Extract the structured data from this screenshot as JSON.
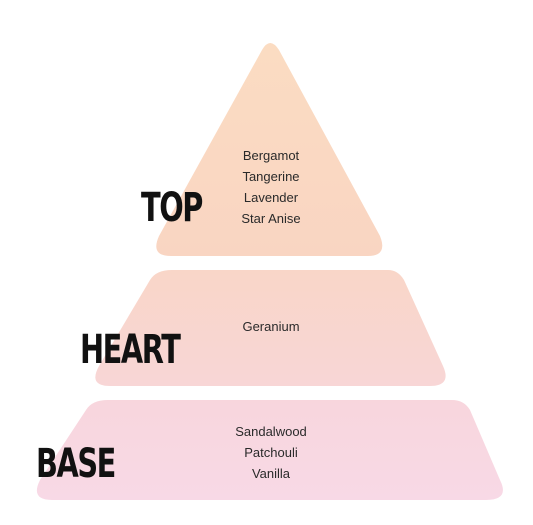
{
  "tiers": [
    {
      "label": "TOP",
      "notes": [
        "Bergamot",
        "Tangerine",
        "Lavender",
        "Star Anise"
      ],
      "color": "#f9d8bd"
    },
    {
      "label": "HEART",
      "notes": [
        "Geranium"
      ],
      "color": "#f9d7cf"
    },
    {
      "label": "BASE",
      "notes": [
        "Sandalwood",
        "Patchouli",
        "Vanilla"
      ],
      "color": "#f8d9e4"
    }
  ]
}
